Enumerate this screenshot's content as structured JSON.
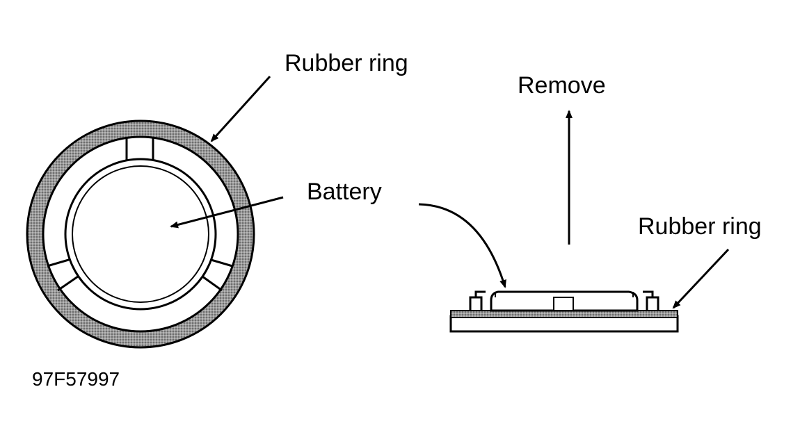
{
  "labels": {
    "rubber_ring_top": "Rubber ring",
    "battery": "Battery",
    "remove": "Remove",
    "rubber_ring_side": "Rubber ring",
    "figure_code": "97F57997"
  },
  "colors": {
    "ink": "#000000",
    "rubber_fill": "#8f8f8f",
    "background": "#ffffff"
  }
}
